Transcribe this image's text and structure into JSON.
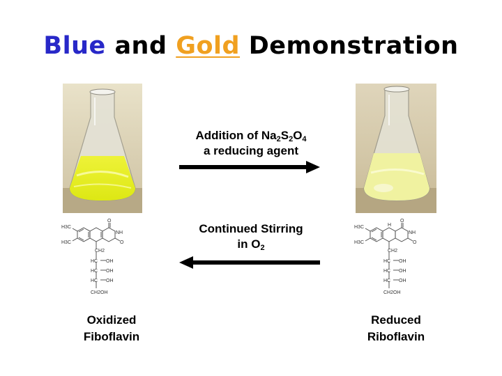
{
  "title": {
    "word1": "Blue",
    "word2": "and",
    "word3": "Gold",
    "word4": "Demonstration"
  },
  "forward_reaction": {
    "line1_prefix": "Addition of Na",
    "sub1": "2",
    "mid1": "S",
    "sub2": "2",
    "mid2": "O",
    "sub3": "4",
    "line2": "a reducing agent",
    "arrow_direction": "right"
  },
  "reverse_reaction": {
    "line1": "Continued Stirring",
    "line2_prefix": "in O",
    "sub1": "2",
    "arrow_direction": "left"
  },
  "left": {
    "name_line1": "Oxidized",
    "name_line2": "Fiboflavin",
    "solution_color": "#e6ee20",
    "structure_labels": {
      "me1": "H3C",
      "me2": "H3C",
      "o1": "O",
      "o2": "O",
      "nh": "NH",
      "ch2": "CH2",
      "hc1": "HC",
      "hc2": "HC",
      "hc3": "HC",
      "oh1": "OH",
      "oh2": "OH",
      "oh3": "OH",
      "ch2oh": "CH2OH"
    }
  },
  "right": {
    "name_line1": "Reduced",
    "name_line2": "Riboflavin",
    "solution_color": "#f0f2a0",
    "structure_labels": {
      "me1": "H3C",
      "me2": "H3C",
      "o1": "O",
      "o2": "O",
      "h1": "H",
      "nh": "NH",
      "ch2": "CH2",
      "hc1": "HC",
      "hc2": "HC",
      "hc3": "HC",
      "oh1": "OH",
      "oh2": "OH",
      "oh3": "OH",
      "ch2oh": "CH2OH"
    }
  }
}
